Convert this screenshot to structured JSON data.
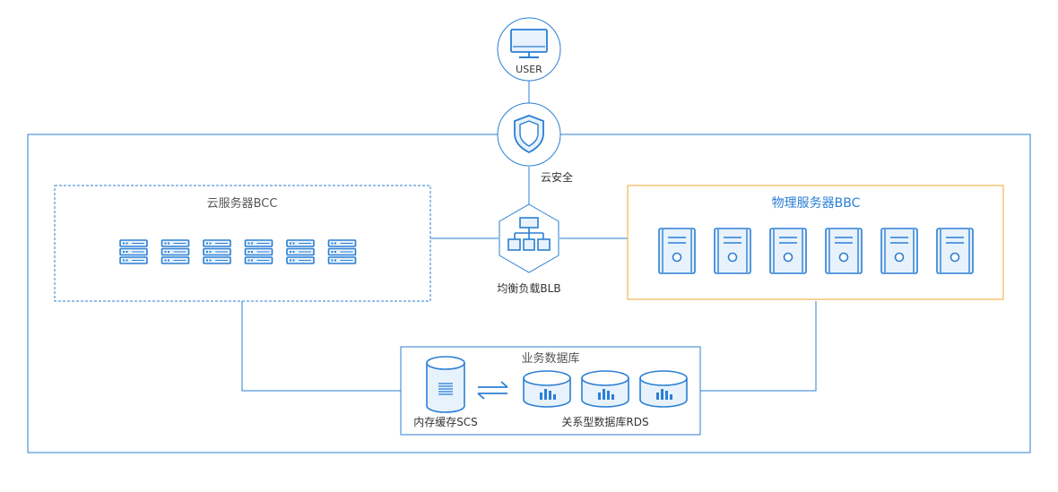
{
  "colors": {
    "primary": "#2b7fd3",
    "icon_fill": "#e8f2fc",
    "line": "#2b7fd3",
    "bbc_border": "#f0a830",
    "text": "#333333"
  },
  "user": {
    "label": "USER",
    "icon": "monitor-icon"
  },
  "security": {
    "label": "云安全",
    "icon": "shield-icon"
  },
  "blb": {
    "label": "均衡负载BLB",
    "icon": "network-hierarchy-icon"
  },
  "bcc": {
    "title": "云服务器BCC",
    "icon": "rack-server-icon",
    "servers": [
      "s1",
      "s2",
      "s3",
      "s4",
      "s5",
      "s6"
    ]
  },
  "bbc": {
    "title": "物理服务器BBC",
    "icon": "tower-server-icon",
    "servers": [
      "p1",
      "p2",
      "p3",
      "p4",
      "p5",
      "p6"
    ]
  },
  "database": {
    "title": "业务数据库",
    "scs": {
      "label": "内存缓存SCS",
      "icon": "cache-cylinder-icon"
    },
    "sync": {
      "icon": "sync-arrows-icon"
    },
    "rds": {
      "label": "关系型数据库RDS",
      "icon": "database-cylinder-icon",
      "instances": [
        "r1",
        "r2",
        "r3"
      ]
    }
  }
}
